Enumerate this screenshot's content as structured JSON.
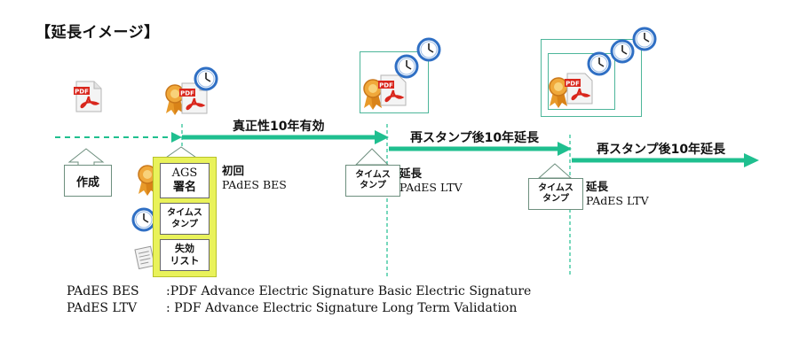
{
  "title": "【延長イメージ】",
  "timeline": {
    "segment1_label": "真正性10年有効",
    "segment2_label": "再スタンプ後10年延長",
    "segment3_label": "再スタンプ後10年延長"
  },
  "create_label": "作成",
  "stack": {
    "ags_line1": "AGS",
    "ags_line2": "署名",
    "timestamp_line1": "タイムス",
    "timestamp_line2": "タンプ",
    "revocation_line1": "失効",
    "revocation_line2": "リスト"
  },
  "initial": {
    "line1": "初回",
    "line2": "PAdES BES"
  },
  "ext1": {
    "ts_line1": "タイムス",
    "ts_line2": "タンプ",
    "line1": "延長",
    "line2": "PAdES LTV"
  },
  "ext2": {
    "ts_line1": "タイムス",
    "ts_line2": "タンプ",
    "line1": "延長",
    "line2": "PAdES LTV"
  },
  "legend": [
    {
      "term": "PAdES BES",
      "sep": ":",
      "desc": "PDF Advance Electric Signature Basic Electric Signature"
    },
    {
      "term": "PAdES LTV",
      "sep": ":",
      "desc": "PDF Advance Electric Signature Long Term Validation"
    }
  ],
  "colors": {
    "arrow": "#1fbf8f",
    "frame": "#4db69a",
    "stack_fill": "#e9f25a",
    "pdf_red": "#d9261c",
    "clock_blue": "#2f6fc4",
    "ribbon_orange": "#e89a2a"
  },
  "icons": [
    "pdf-file-icon",
    "award-ribbon-icon",
    "clock-icon",
    "document-icon"
  ]
}
